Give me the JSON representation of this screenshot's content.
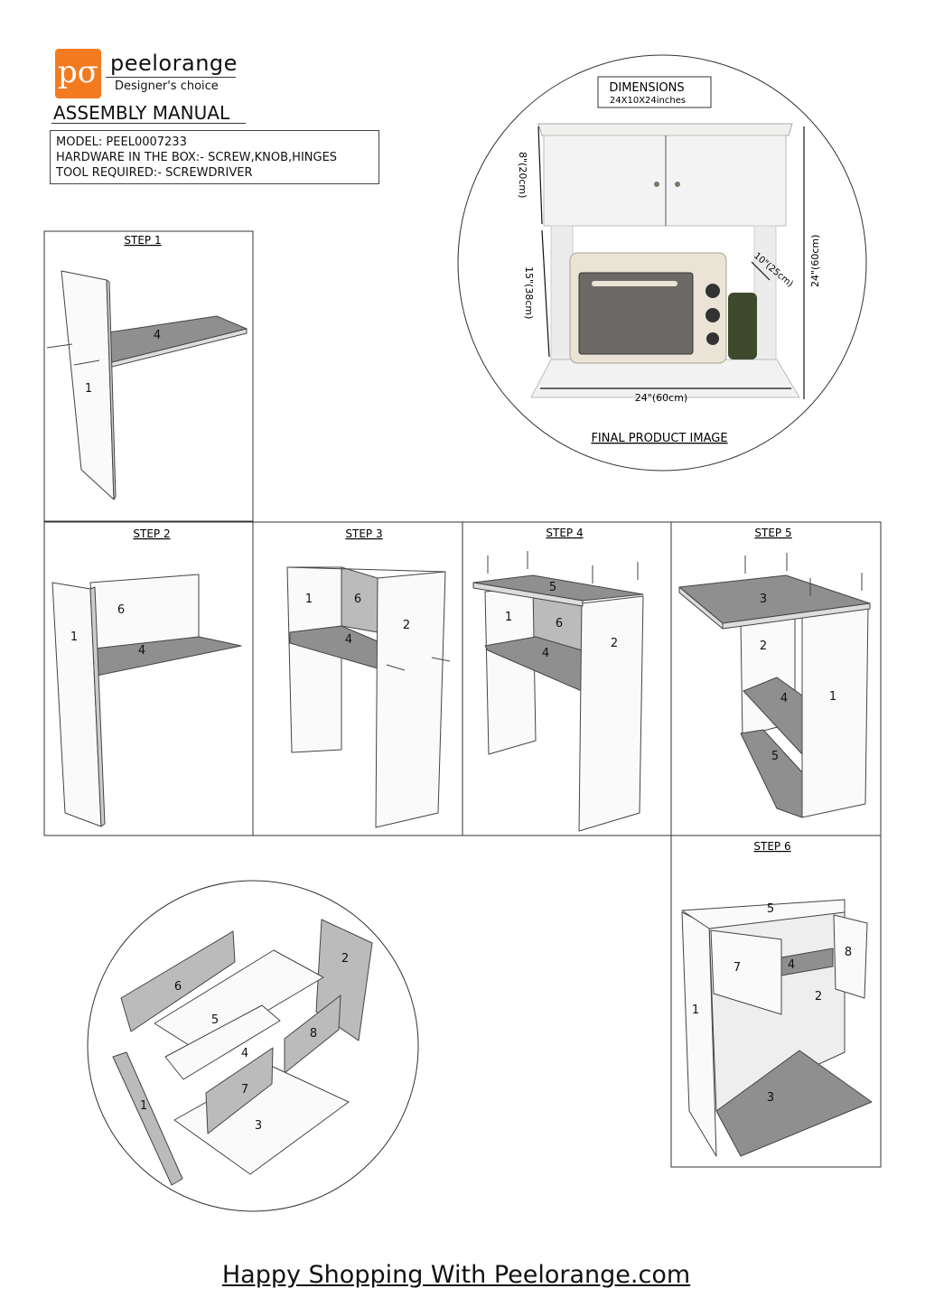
{
  "header": {
    "logo_glyph": "pσ",
    "brand": "peelorange",
    "tagline": "Designer's choice",
    "title": "ASSEMBLY MANUAL",
    "info": {
      "model": "MODEL:  PEEL0007233",
      "hardware": "HARDWARE IN THE BOX:- SCREW,KNOB,HINGES",
      "tool": "TOOL REQUIRED:- SCREWDRIVER"
    }
  },
  "product": {
    "dimensions_title": "DIMENSIONS",
    "dimensions_value": "24X10X24inches",
    "dim_upper": "8\"(20cm)",
    "dim_lower": "15\"(38cm)",
    "dim_height": "24\"(60cm)",
    "dim_depth": "10\"(25cm)",
    "dim_width": "24\"(60cm)",
    "caption": "FINAL PRODUCT IMAGE"
  },
  "steps": [
    {
      "title": "STEP 1",
      "parts": [
        "4",
        "1"
      ]
    },
    {
      "title": "STEP 2",
      "parts": [
        "6",
        "1",
        "4"
      ]
    },
    {
      "title": "STEP 3",
      "parts": [
        "1",
        "6",
        "2",
        "4"
      ]
    },
    {
      "title": "STEP 4",
      "parts": [
        "5",
        "1",
        "6",
        "4",
        "2"
      ]
    },
    {
      "title": "STEP 5",
      "parts": [
        "3",
        "2",
        "4",
        "1",
        "5"
      ]
    },
    {
      "title": "STEP 6",
      "parts": [
        "5",
        "7",
        "4",
        "8",
        "1",
        "2",
        "3"
      ]
    }
  ],
  "exploded": {
    "parts": [
      "6",
      "5",
      "2",
      "8",
      "4",
      "7",
      "1",
      "3"
    ]
  },
  "footer": "Happy Shopping With Peelorange.com"
}
